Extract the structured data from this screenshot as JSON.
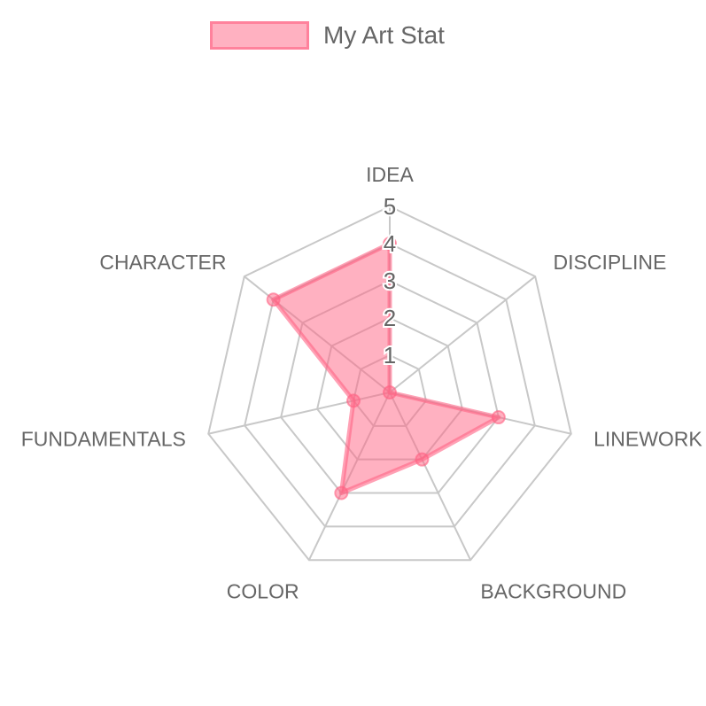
{
  "chart_data": {
    "type": "radar",
    "labels": [
      "IDEA",
      "DISCIPLINE",
      "LINEWORK",
      "BACKGROUND",
      "COLOR",
      "FUNDAMENTALS",
      "CHARACTER"
    ],
    "series": [
      {
        "name": "My Art Stat",
        "values": [
          4,
          0,
          3,
          2,
          3,
          1,
          4
        ],
        "fill": "#ff6384",
        "stroke": "#ff6384"
      }
    ],
    "r_range": [
      0,
      5
    ],
    "ticks": [
      "1",
      "2",
      "3",
      "4",
      "5"
    ],
    "grid": true,
    "legend_position": "top"
  }
}
